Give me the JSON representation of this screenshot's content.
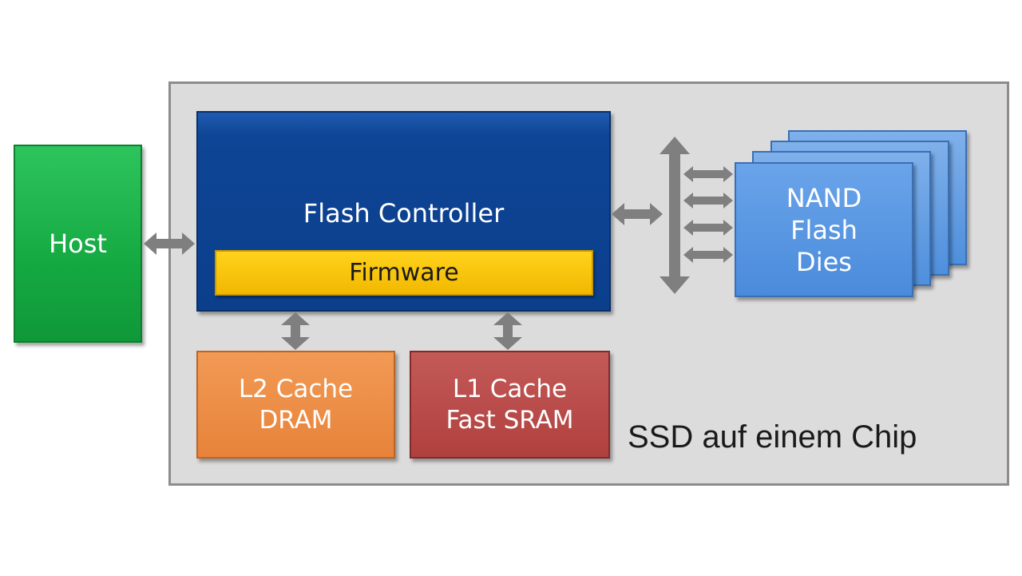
{
  "diagram": {
    "host": {
      "label": "Host"
    },
    "controller": {
      "label": "Flash Controller"
    },
    "firmware": {
      "label": "Firmware"
    },
    "l2_cache": {
      "line1": "L2 Cache",
      "line2": "DRAM"
    },
    "l1_cache": {
      "line1": "L1 Cache",
      "line2": "Fast SRAM"
    },
    "nand": {
      "line1": "NAND",
      "line2": "Flash",
      "line3": "Dies"
    },
    "container": {
      "label": "SSD auf einem Chip"
    }
  },
  "colors": {
    "host": "#15a942",
    "controller": "#0b3f8c",
    "firmware": "#f2b800",
    "l2_cache": "#e7833a",
    "l1_cache": "#b0403e",
    "nand": "#4a8bdb",
    "arrow": "#7f7f7f",
    "container": "#dcdcdc"
  }
}
